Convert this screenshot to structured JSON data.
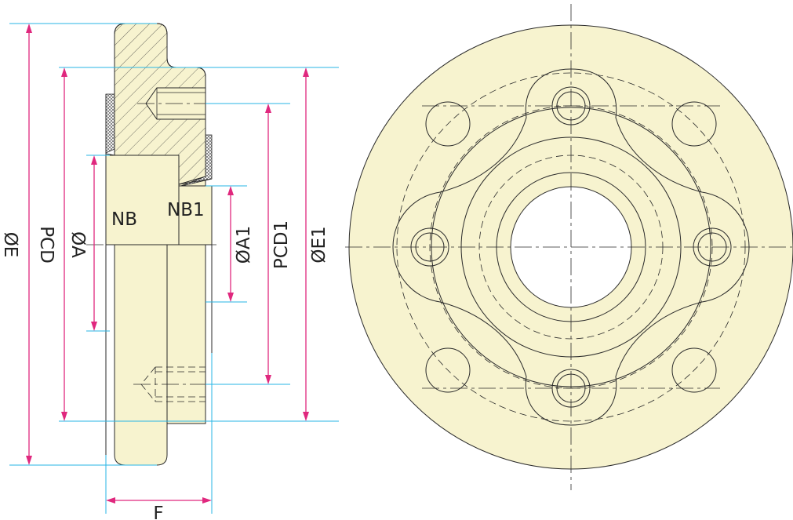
{
  "labels": {
    "dia_e": "ØE",
    "pcd": "PCD",
    "dia_a": "ØA",
    "nb": "NB",
    "nb1": "NB1",
    "dia_a1": "ØA1",
    "pcd1": "PCD1",
    "dia_e1": "ØE1",
    "f": "F"
  },
  "colors": {
    "body_fill": "#f7f3cf",
    "dimension_line": "#e0287e",
    "extension_line": "#27b6e6",
    "outline": "#2a2a2a"
  },
  "front_view": {
    "bolt_holes_outer": 4,
    "bolt_holes_inner": 4
  }
}
